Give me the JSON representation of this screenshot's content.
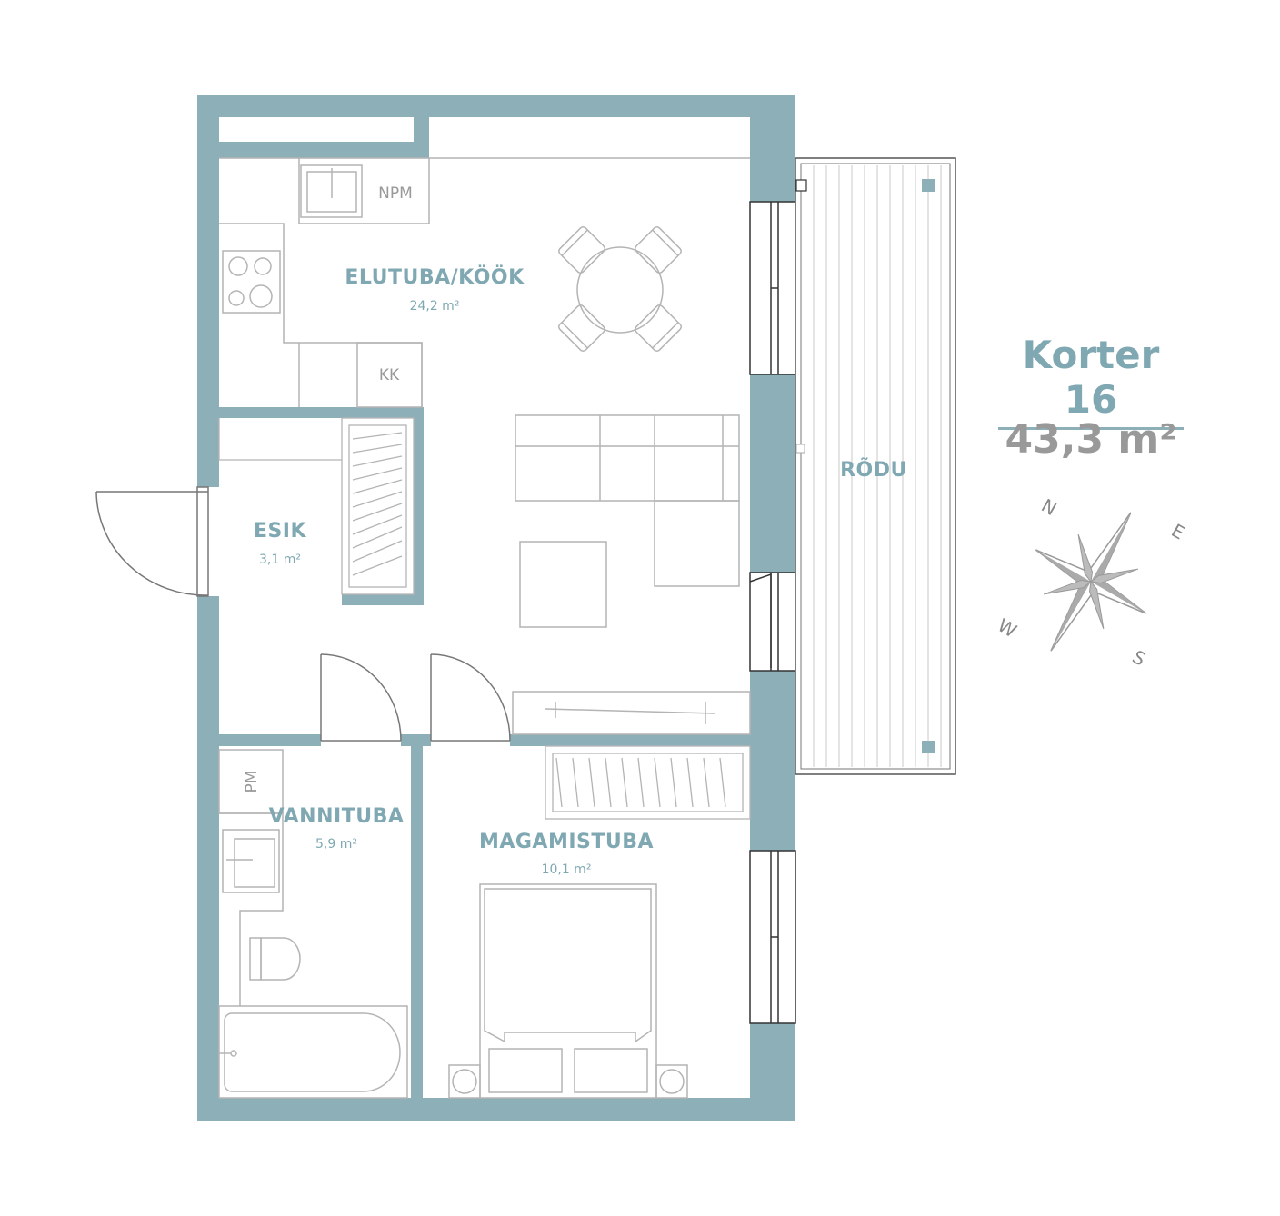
{
  "apartment": {
    "title": "Korter 16",
    "total_area": "43,3 m²"
  },
  "rooms": {
    "living": {
      "name": "ELUTUBA/KÖÖK",
      "area": "24,2 m²"
    },
    "hall": {
      "name": "ESIK",
      "area": "3,1 m²"
    },
    "bath": {
      "name": "VANNITUBA",
      "area": "5,9 m²"
    },
    "bedroom": {
      "name": "MAGAMISTUBA",
      "area": "10,1 m²"
    },
    "balcony": {
      "name": "RÕDU"
    }
  },
  "fixtures": {
    "dishwasher": "NPM",
    "fridge": "KK",
    "washer": "PM"
  },
  "compass": {
    "n": "N",
    "e": "E",
    "s": "S",
    "w": "W"
  },
  "colors": {
    "wall": "#8cafb8",
    "label": "#7fa8b2",
    "line": "#b4b4b4",
    "text_gray": "#999999"
  }
}
